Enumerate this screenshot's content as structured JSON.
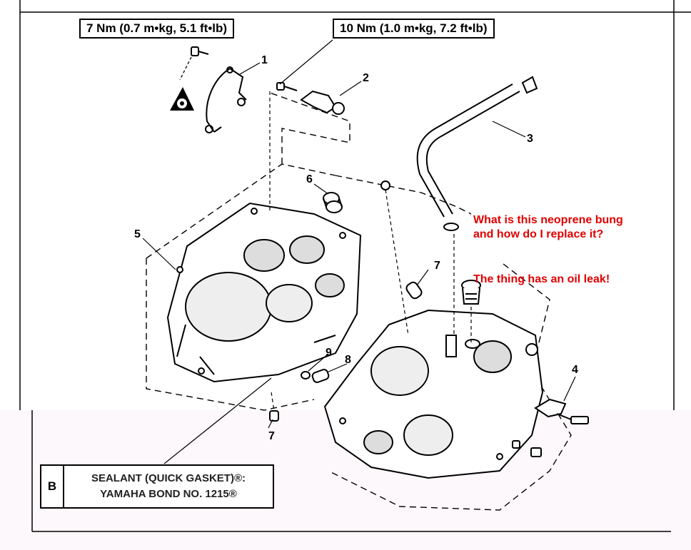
{
  "torque_specs": [
    {
      "label": "7 Nm (0.7 m•kg, 5.1 ft•lb)"
    },
    {
      "label": "10 Nm (1.0 m•kg, 7.2 ft•lb)"
    }
  ],
  "callouts": [
    "1",
    "2",
    "3",
    "4",
    "5",
    "6",
    "7",
    "7",
    "7",
    "8",
    "9"
  ],
  "annotation": {
    "question": "What is this neoprene bung and how do I replace it?",
    "remark": "The thing has an oil leak!",
    "color": "#e00000"
  },
  "sealant": {
    "code": "B",
    "line1": "SEALANT (QUICK GASKET)®:",
    "line2": "YAMAHA BOND NO. 1215®"
  },
  "icons": [
    "lock-screw-icon"
  ]
}
